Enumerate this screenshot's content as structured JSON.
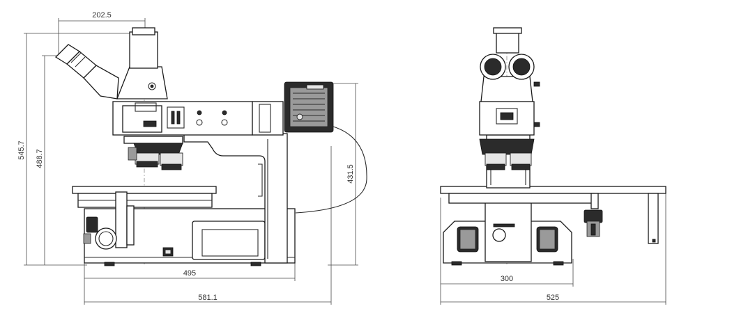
{
  "dimensions": {
    "front_eyepiece_offset": "202.5",
    "front_total_height": "545.7",
    "front_eyepiece_height": "488.7",
    "front_lamp_height": "431.5",
    "front_base_depth": "495",
    "front_total_depth": "581.1",
    "side_base_width": "300",
    "side_stage_width": "525"
  }
}
